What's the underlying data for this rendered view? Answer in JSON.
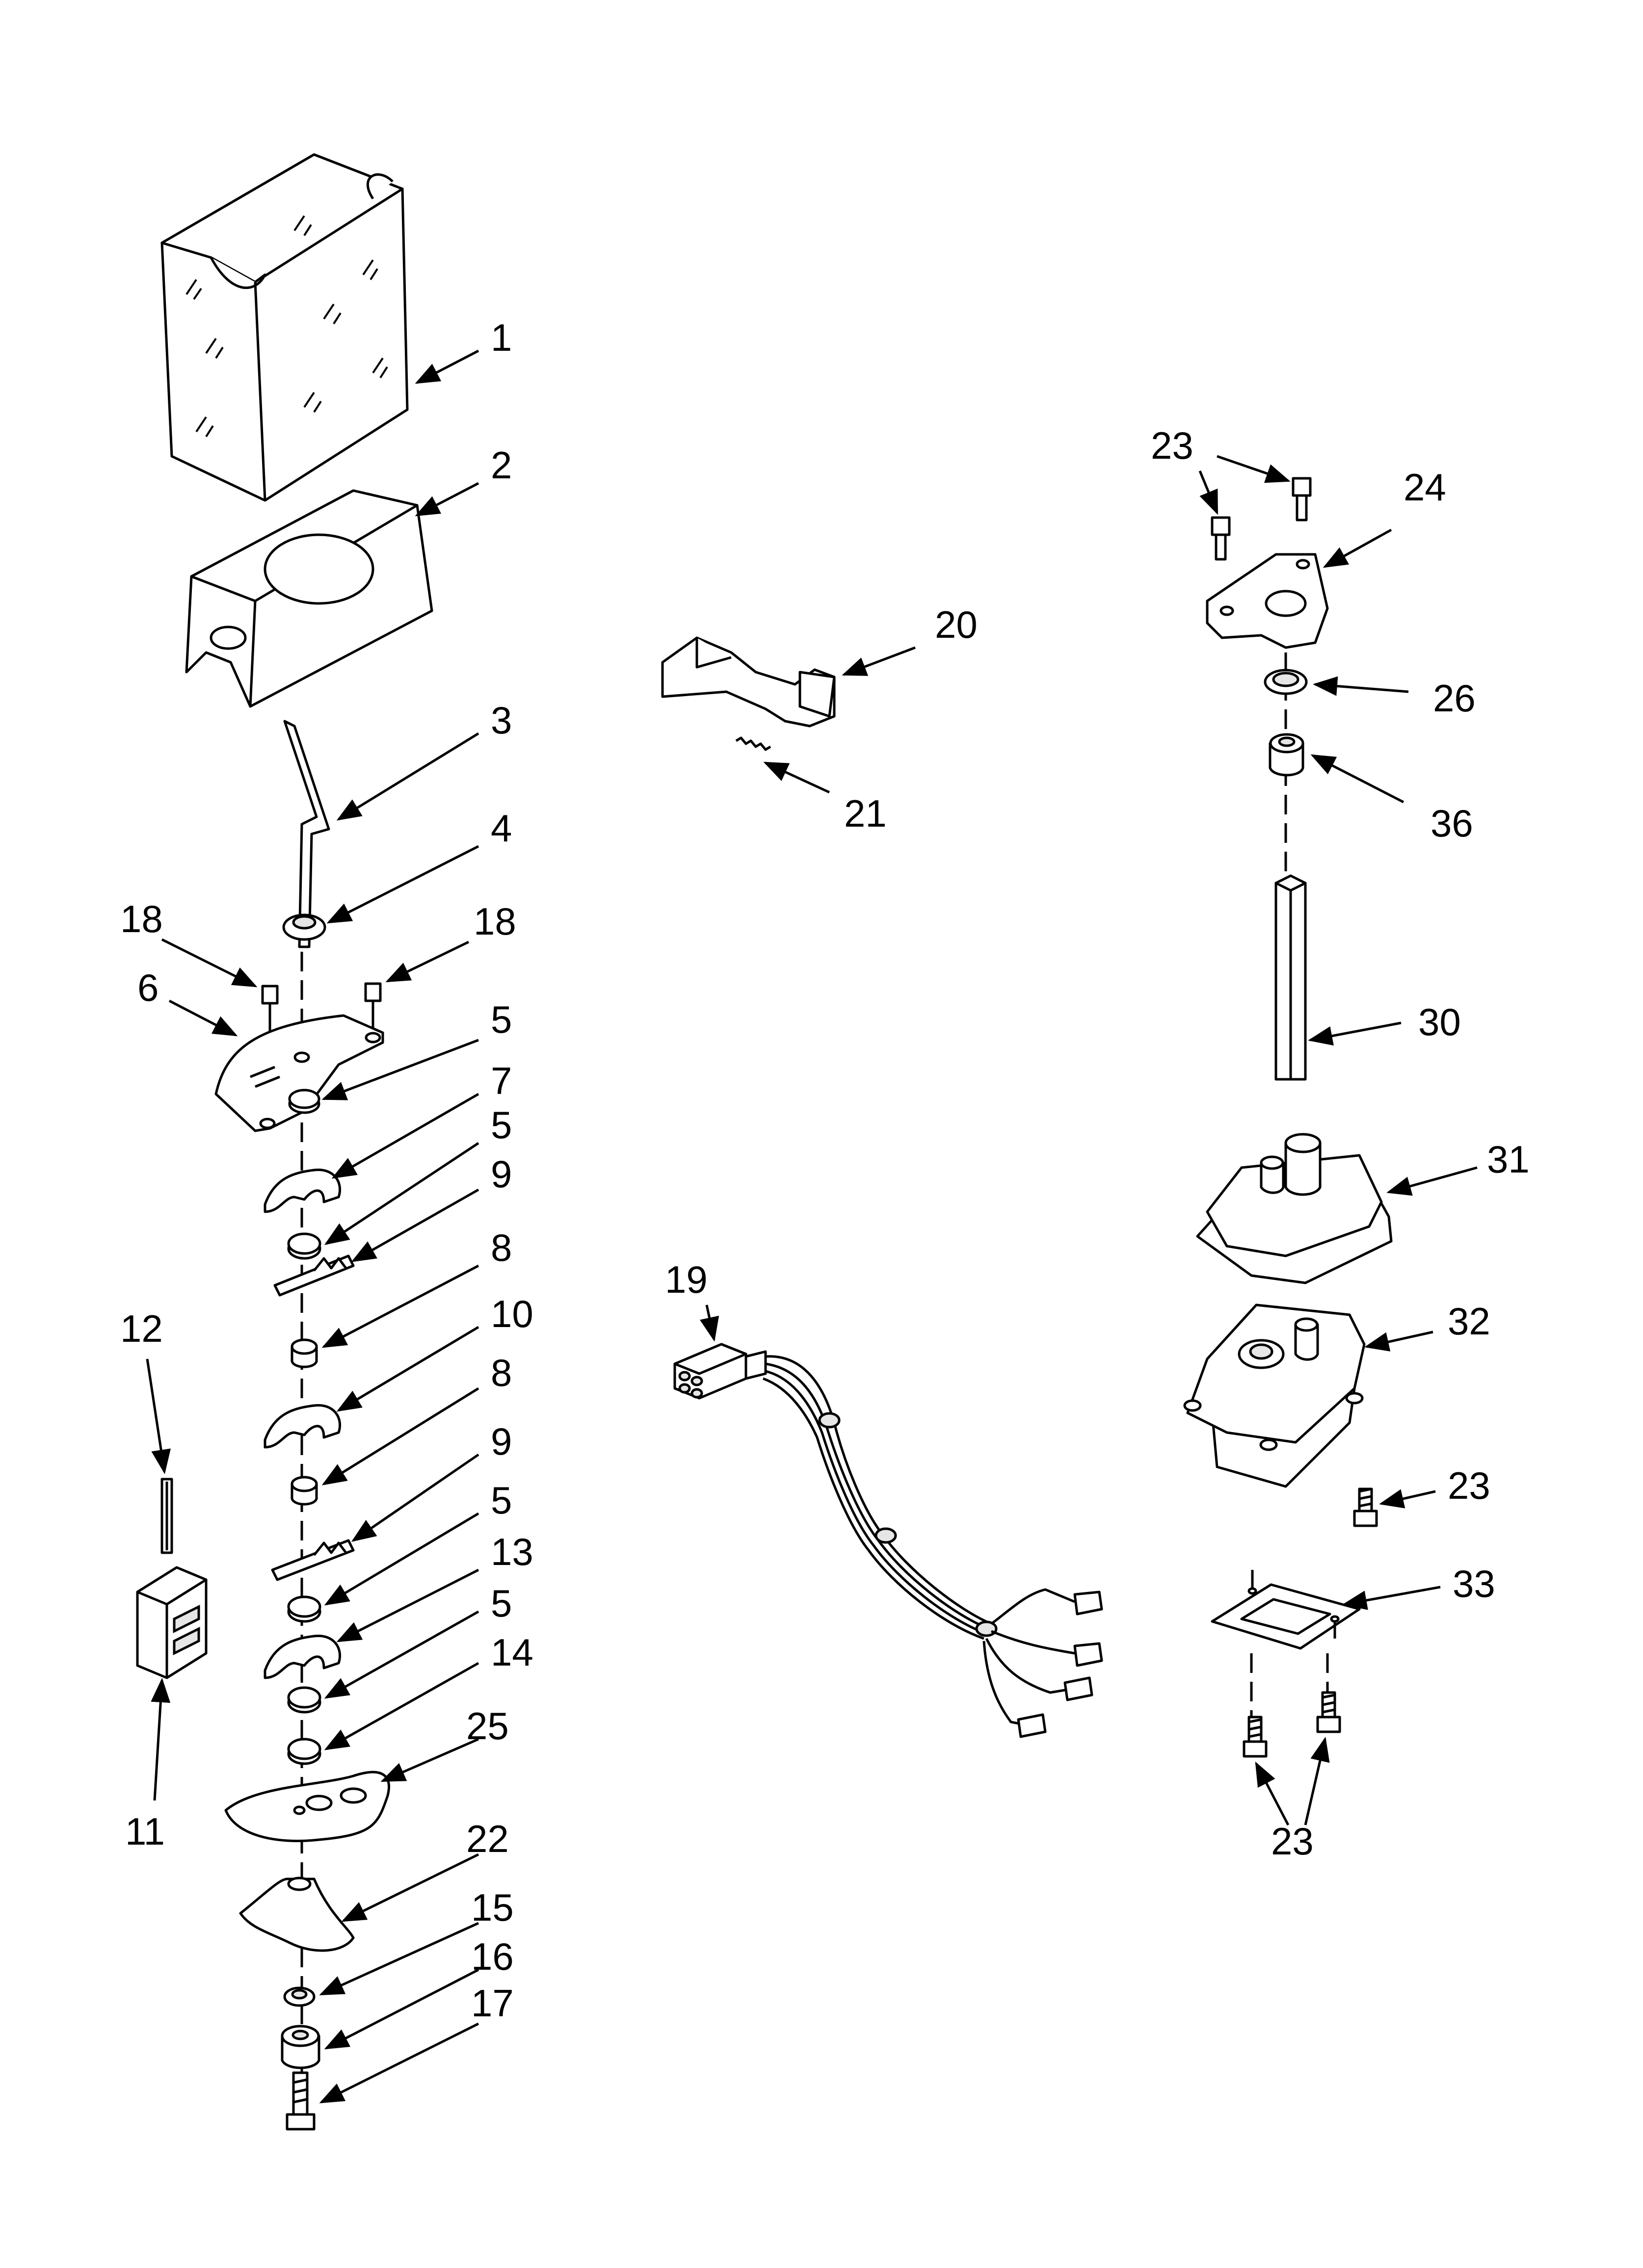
{
  "callouts": {
    "c1": "1",
    "c2": "2",
    "c3": "3",
    "c4": "4",
    "c5a": "5",
    "c5b": "5",
    "c5c": "5",
    "c5d": "5",
    "c6": "6",
    "c7": "7",
    "c8a": "8",
    "c8b": "8",
    "c9a": "9",
    "c9b": "9",
    "c10": "10",
    "c11": "11",
    "c12": "12",
    "c13": "13",
    "c14": "14",
    "c15": "15",
    "c16": "16",
    "c17": "17",
    "c18a": "18",
    "c18b": "18",
    "c19": "19",
    "c20": "20",
    "c21": "21",
    "c22": "22",
    "c23a": "23",
    "c23b": "23",
    "c23c": "23",
    "c24": "24",
    "c25": "25",
    "c26": "26",
    "c30": "30",
    "c31": "31",
    "c32": "32",
    "c33": "33",
    "c36": "36"
  }
}
